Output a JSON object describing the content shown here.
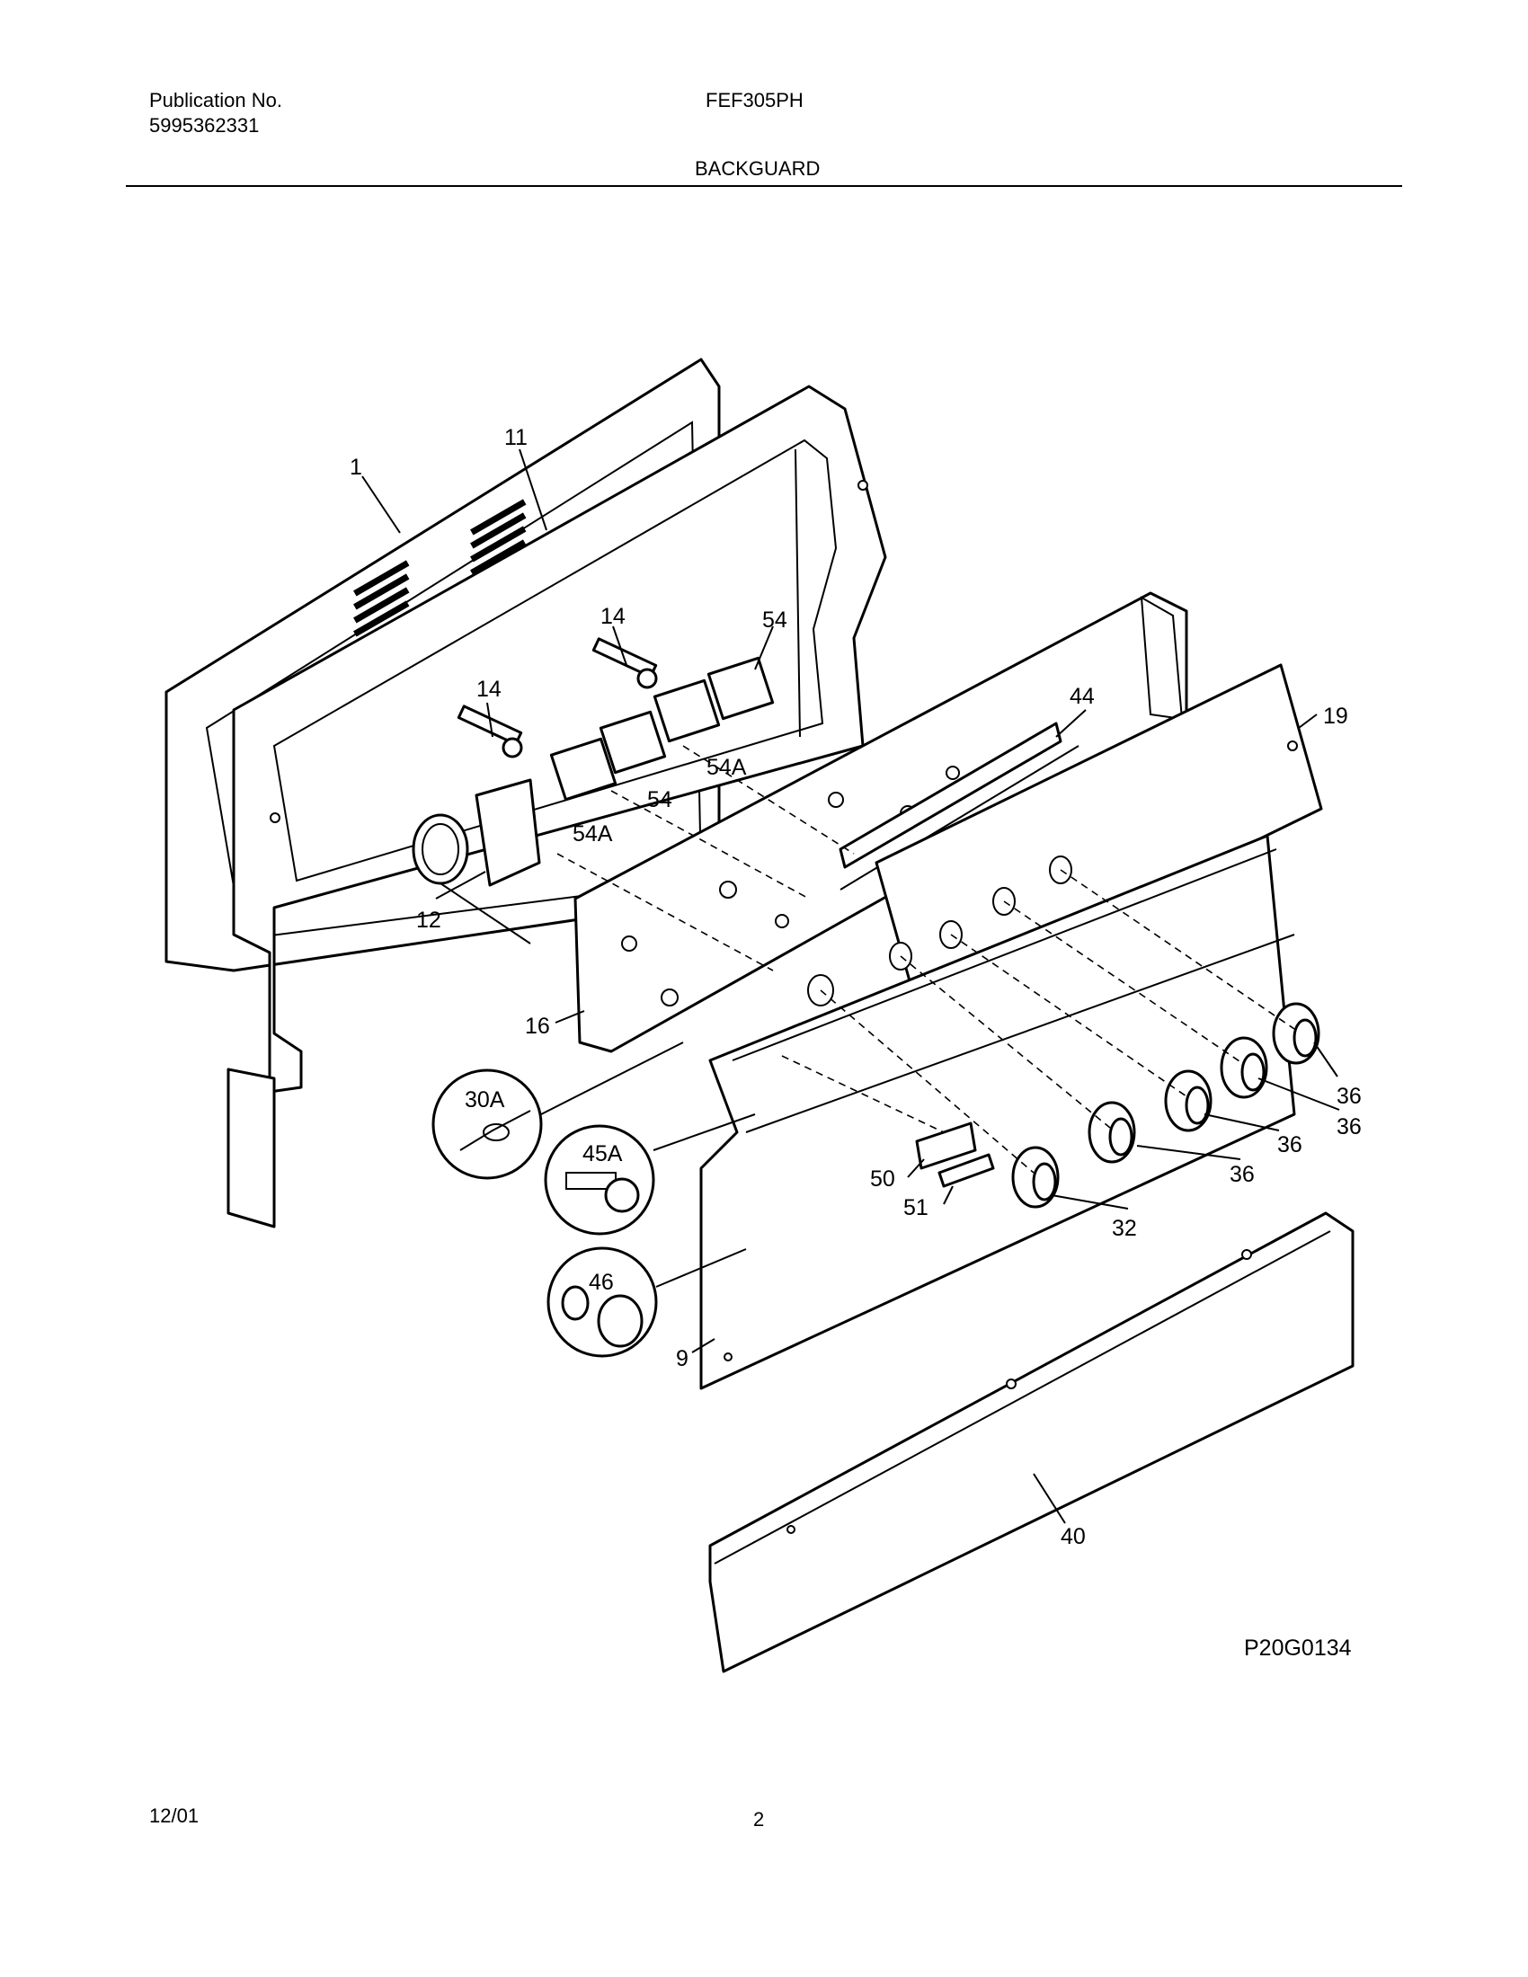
{
  "header": {
    "publication_label": "Publication No.",
    "publication_number": "5995362331",
    "model": "FEF305PH",
    "section_title": "BACKGUARD"
  },
  "diagram": {
    "reference_code": "P20G0134",
    "callouts": {
      "p1": "1",
      "p11": "11",
      "p14a": "14",
      "p14b": "14",
      "p54a": "54",
      "p54b": "54",
      "p54A1": "54A",
      "p54A2": "54A",
      "p44": "44",
      "p19": "19",
      "p12": "12",
      "p16": "16",
      "p30A": "30A",
      "p45A": "45A",
      "p46": "46",
      "p50": "50",
      "p51": "51",
      "p9": "9",
      "p36a": "36",
      "p36b": "36",
      "p36c": "36",
      "p36d": "36",
      "p32": "32",
      "p40": "40"
    }
  },
  "footer": {
    "date": "12/01",
    "page": "2"
  }
}
